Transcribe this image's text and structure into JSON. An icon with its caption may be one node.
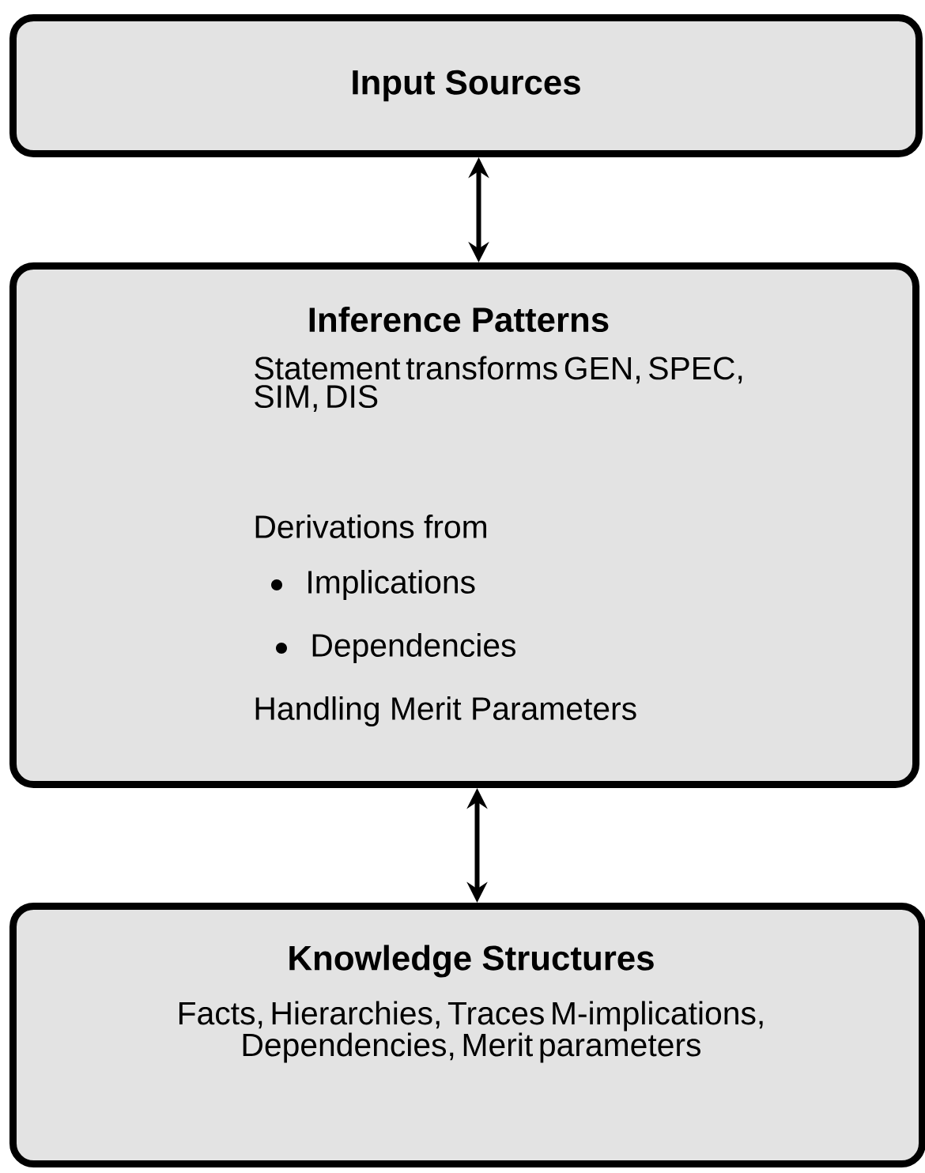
{
  "diagram": {
    "nodes": [
      {
        "text": [
          "Input Sources"
        ]
      },
      {
        "text": [
          "Inference Patterns",
          "Statement transforms GEN, SPEC, SIM, DIS",
          "Derivations from",
          "Implications",
          "Dependencies",
          "Handling Merit Parameters"
        ]
      },
      {
        "text": [
          "Knowledge Structures",
          "Facts, Hierarchies, Traces M-implications, Dependencies, Merit parameters"
        ]
      }
    ],
    "edges": [
      {
        "from": 0,
        "to": 1,
        "arrow": "both"
      },
      {
        "from": 1,
        "to": 2,
        "arrow": "both"
      }
    ]
  }
}
